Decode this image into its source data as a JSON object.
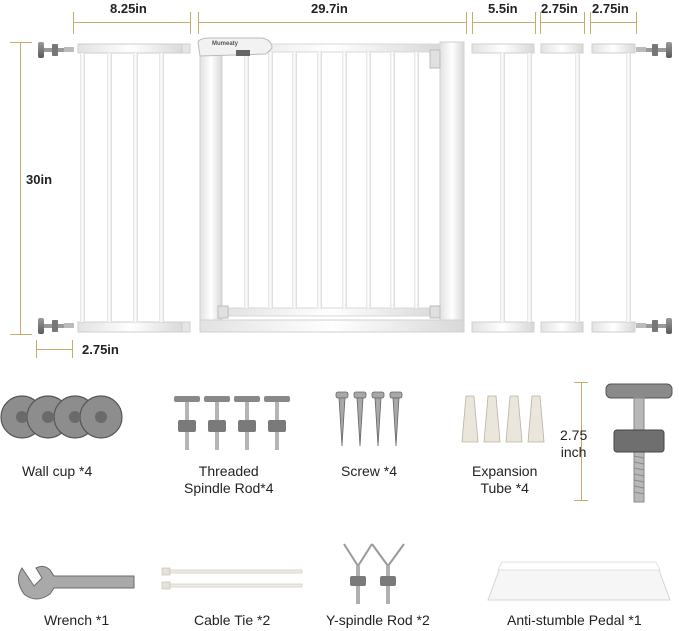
{
  "dimensions": {
    "top": [
      "8.25in",
      "29.7in",
      "5.5in",
      "2.75in",
      "2.75in"
    ],
    "height": "30in",
    "spindle_extension": "2.75in",
    "spindle_length": "2.75\ninch"
  },
  "brand": "Mumeaty",
  "accessories": [
    {
      "label": "Wall cup *4"
    },
    {
      "label": "Threaded\nSpindle Rod*4"
    },
    {
      "label": "Screw *4"
    },
    {
      "label": "Expansion\nTube *4"
    },
    {
      "label": "Wrench *1"
    },
    {
      "label": "Cable Tie *2"
    },
    {
      "label": "Y-spindle Rod *2"
    },
    {
      "label": "Anti-stumble Pedal *1"
    }
  ],
  "colors": {
    "dimension_line": "#c8aa6a",
    "gate_white": "#f4f4f4",
    "part_gray": "#8a8a8a"
  }
}
